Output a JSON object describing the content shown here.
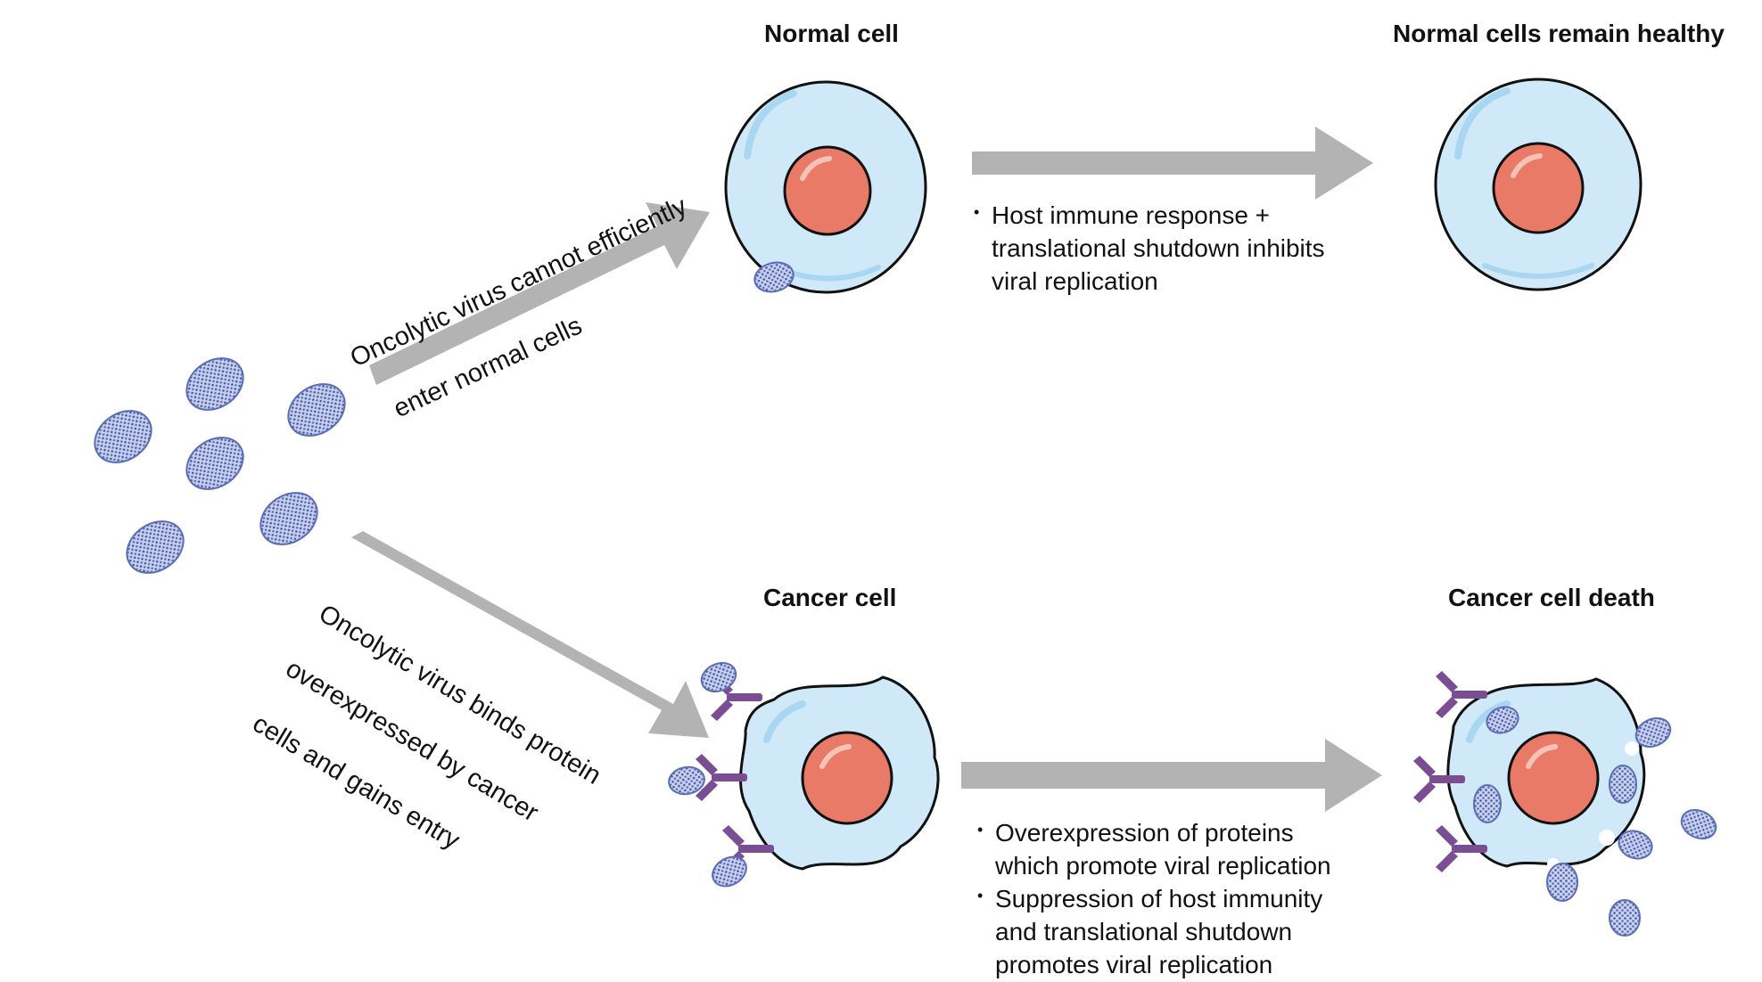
{
  "labels": {
    "normal_cell": "Normal cell",
    "normal_healthy": "Normal cells remain healthy",
    "cancer_cell": "Cancer cell",
    "cancer_death": "Cancer cell death"
  },
  "path_labels": {
    "cannot_enter_line1": "Oncolytic virus cannot efficiently",
    "cannot_enter_line2": "enter normal cells",
    "binds_entry_line1": "Oncolytic virus binds protein",
    "binds_entry_line2": "overexpressed by cancer",
    "binds_entry_line3": "cells and gains entry"
  },
  "normal_outcome_bullets": [
    "Host immune response +\ntranslational shutdown inhibits\nviral replication"
  ],
  "cancer_outcome_bullets": [
    "Overexpression of proteins\nwhich promote viral replication",
    "Suppression of host immunity\nand translational shutdown\npromotes viral replication"
  ],
  "colors": {
    "arrow": "#b3b3b3",
    "cytoplasm": "#cfe9f8",
    "cytoplasm_highlight": "#a9d7f1",
    "nucleus": "#e87a67",
    "outline": "#111111",
    "virus": "#5a6eb5",
    "receptor": "#7b4d92"
  }
}
